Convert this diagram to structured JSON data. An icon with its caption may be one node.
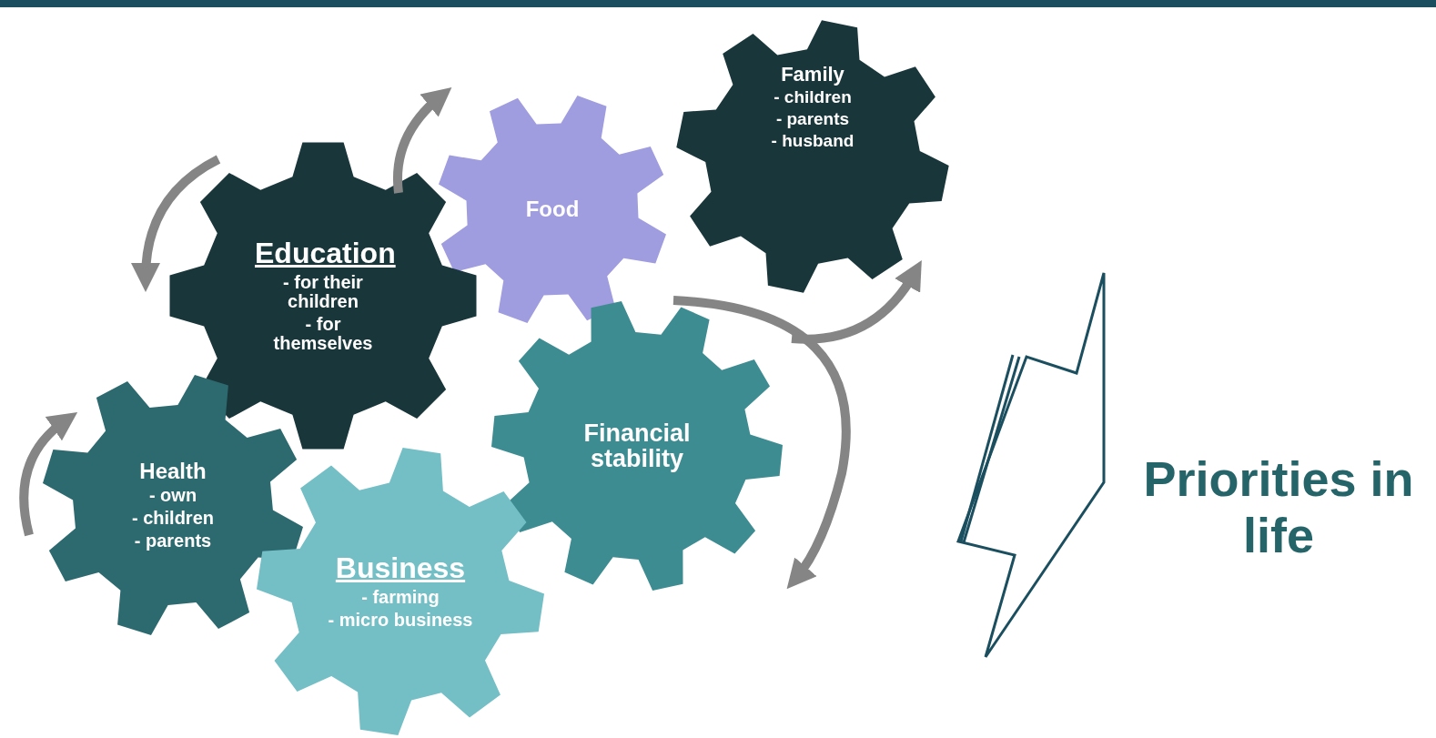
{
  "diagram": {
    "nodes": [
      {
        "text": [
          "Family",
          "- children",
          "- parents",
          "- husband"
        ]
      },
      {
        "text": [
          "Food"
        ]
      },
      {
        "text": [
          "Education",
          "-  for their children",
          "-  for themselves"
        ]
      },
      {
        "text": [
          "Financial stability"
        ]
      },
      {
        "text": [
          "Health",
          "- own",
          "- children",
          "- parents"
        ]
      },
      {
        "text": [
          "Business",
          "- farming",
          "- micro business"
        ]
      }
    ],
    "edges": [],
    "labels": [
      "Priorities in life"
    ]
  }
}
